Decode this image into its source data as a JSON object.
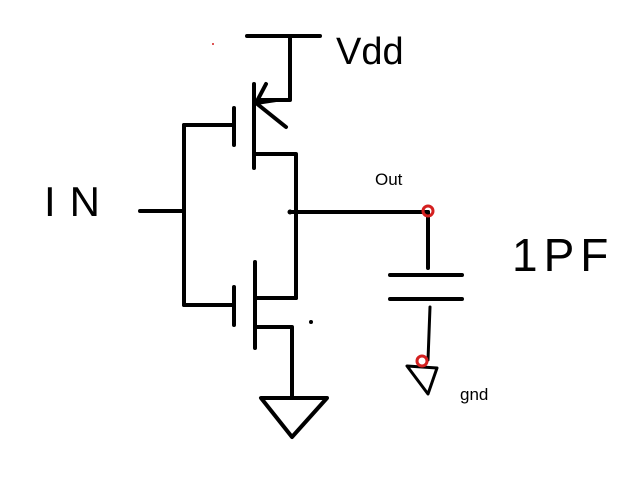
{
  "labels": {
    "vdd": "Vdd",
    "input": "IN",
    "output": "Out",
    "capacitance": "1PF",
    "ground": "gnd"
  },
  "colors": {
    "ink": "#000000",
    "node_marker": "#d42020"
  }
}
